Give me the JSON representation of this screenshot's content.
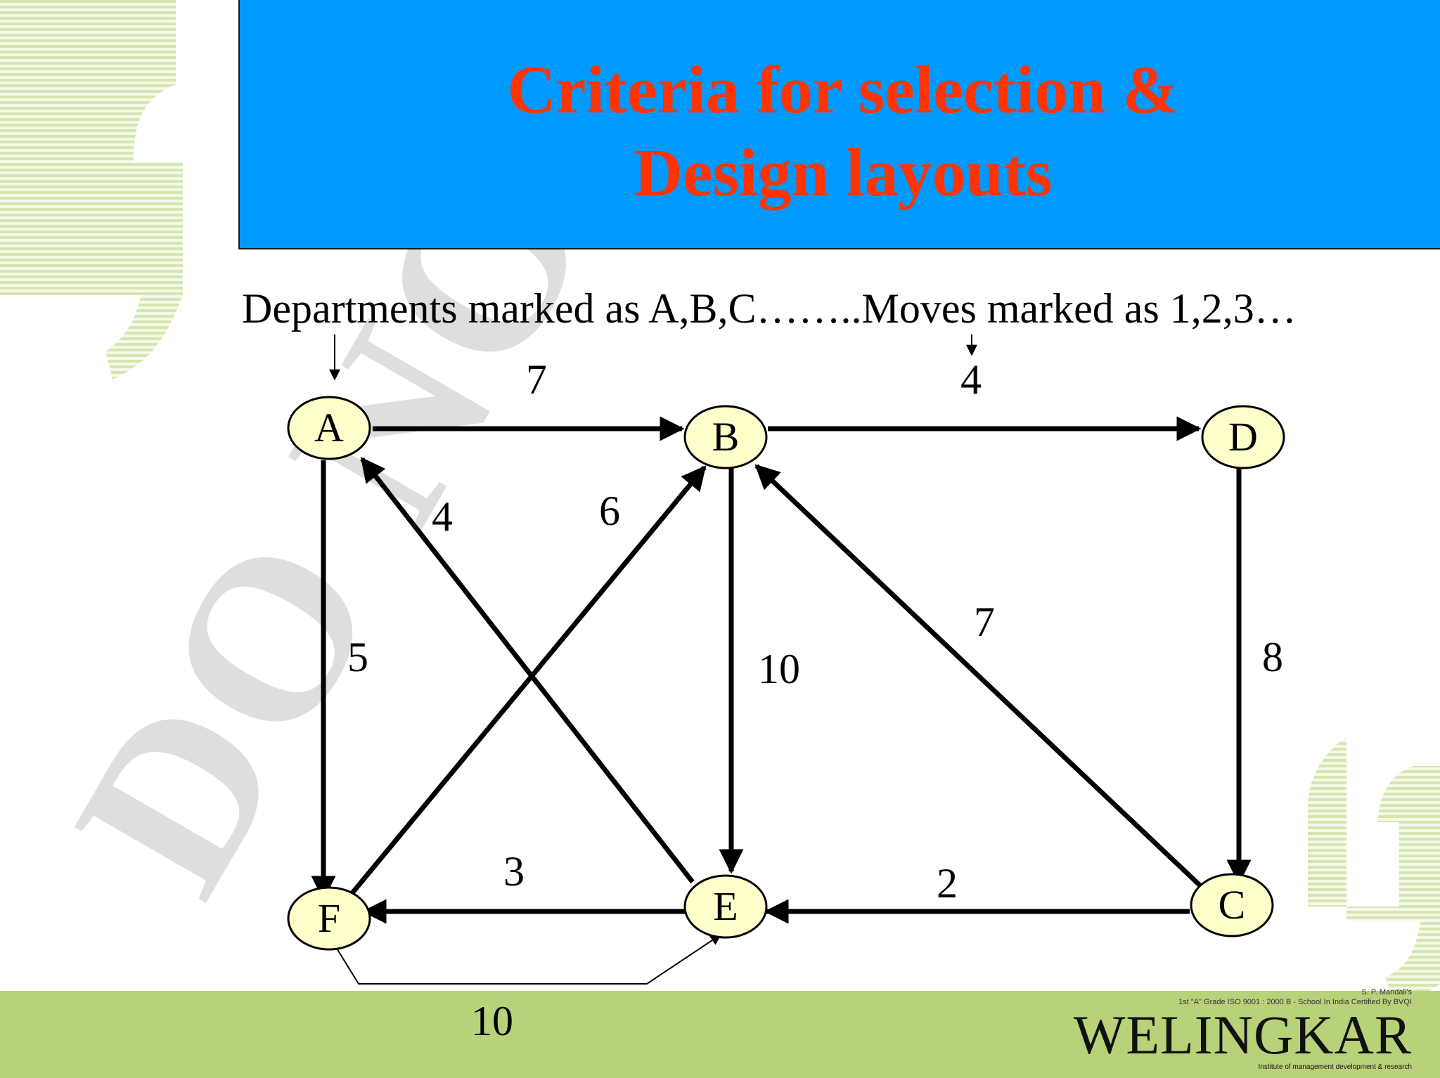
{
  "slide": {
    "title_line1": "Criteria for selection &",
    "title_line2": "Design layouts",
    "subtitle": "Departments marked as A,B,C……..Moves marked as 1,2,3…",
    "watermark": "DO NOT COPY"
  },
  "logo": {
    "small_line1": "S. P. Mandali's",
    "small_line2": "1st \"A\" Grade ISO 9001 : 2000 B - School In India Certified By BVQI",
    "name": "WELINGKAR",
    "tagline": "Institute of management development & research"
  },
  "diagram": {
    "nodes": [
      {
        "id": "A",
        "label": "A"
      },
      {
        "id": "B",
        "label": "B"
      },
      {
        "id": "D",
        "label": "D"
      },
      {
        "id": "F",
        "label": "F"
      },
      {
        "id": "E",
        "label": "E"
      },
      {
        "id": "C",
        "label": "C"
      }
    ],
    "edges": [
      {
        "from": "A",
        "to": "B",
        "label": "7"
      },
      {
        "from": "B",
        "to": "D",
        "label": "4"
      },
      {
        "from": "A",
        "to": "F",
        "label": "5"
      },
      {
        "from": "E",
        "to": "A",
        "label": "4"
      },
      {
        "from": "F",
        "to": "B",
        "label": "6"
      },
      {
        "from": "B",
        "to": "E",
        "label": "10"
      },
      {
        "from": "C",
        "to": "B",
        "label": "7"
      },
      {
        "from": "D",
        "to": "C",
        "label": "8"
      },
      {
        "from": "E",
        "to": "F",
        "label": "3"
      },
      {
        "from": "C",
        "to": "E",
        "label": "2"
      },
      {
        "from": "F",
        "to": "E",
        "label": "10"
      }
    ],
    "colors": {
      "node_fill": "#ffffcc",
      "edge": "#000000",
      "title_bg": "#0099ff",
      "title_text": "#ff3300",
      "bar": "#b8d27a"
    }
  }
}
